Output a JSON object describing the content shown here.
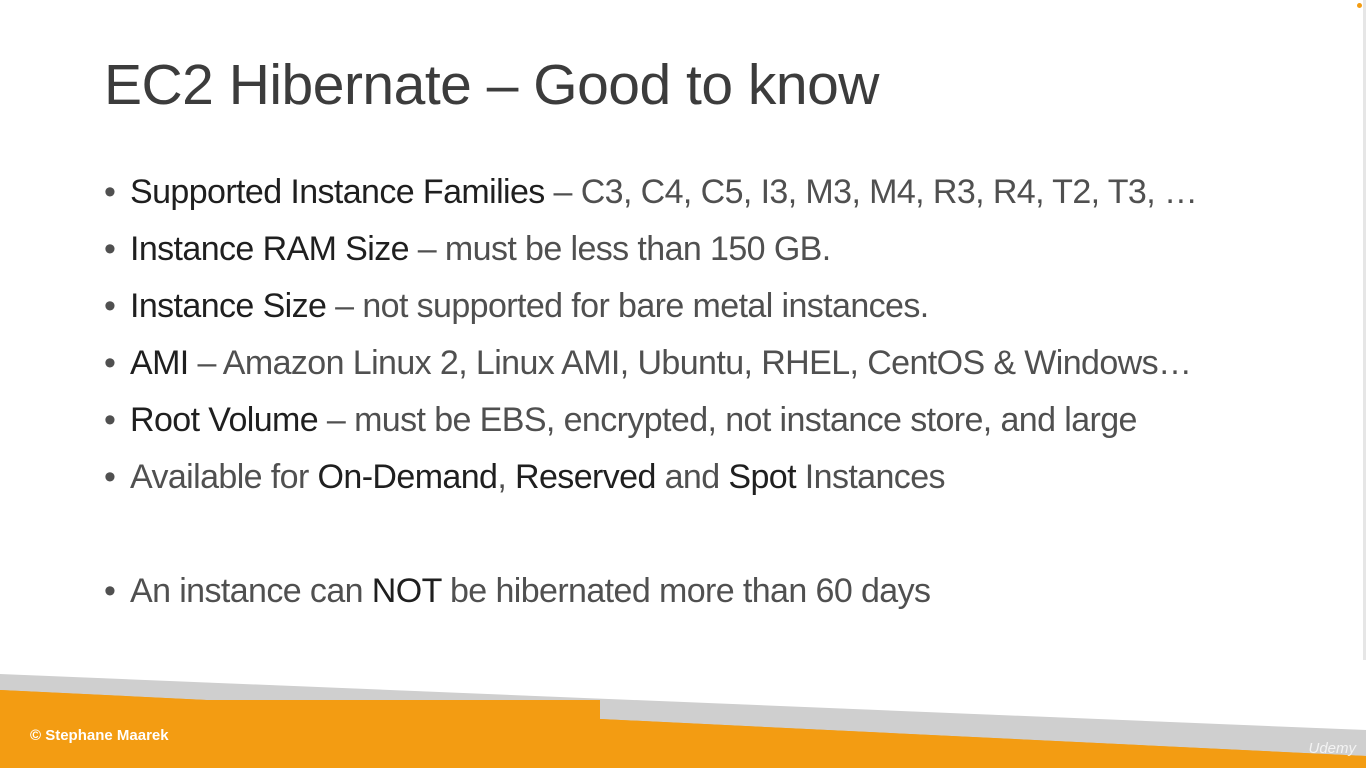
{
  "slide": {
    "title": "EC2 Hibernate – Good to know",
    "bullets": [
      {
        "bold": "Supported Instance Families",
        "rest": " – C3, C4, C5, I3, M3, M4, R3, R4, T2, T3, …"
      },
      {
        "bold": "Instance RAM Size",
        "rest": " – must be less than 150 GB."
      },
      {
        "bold": "Instance Size",
        "rest": " – not supported for bare metal instances."
      },
      {
        "bold": "AMI",
        "rest": " – Amazon Linux 2, Linux AMI, Ubuntu, RHEL, CentOS & Windows…"
      },
      {
        "bold": "Root Volume",
        "rest": " – must be EBS, encrypted, not instance store, and large"
      }
    ],
    "availability": {
      "prefix": "Available for ",
      "on_demand": "On-Demand",
      "sep": ", ",
      "reserved": "Reserved",
      "and": " and ",
      "spot": "Spot",
      "suffix": " Instances"
    },
    "limit": {
      "prefix": "An instance can ",
      "not": "NOT",
      "suffix": " be hibernated more than 60 days"
    }
  },
  "footer": {
    "copyright": "© Stephane Maarek",
    "watermark": "Udemy"
  },
  "colors": {
    "accent_orange": "#f39c12",
    "accent_gray": "#cfcfcf",
    "title_text": "#3c3c3c",
    "body_text": "#505050"
  }
}
